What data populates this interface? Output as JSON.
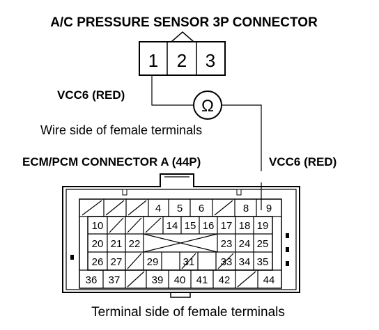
{
  "title": "A/C PRESSURE SENSOR 3P CONNECTOR",
  "sensor_pins": [
    "1",
    "2",
    "3"
  ],
  "wire_label_left": "VCC6 (RED)",
  "wire_label_right": "VCC6 (RED)",
  "ohm_symbol": "Ω",
  "wire_side_label": "Wire side of female terminals",
  "ecm_label": "ECM/PCM CONNECTOR A (44P)",
  "terminal_side_label": "Terminal side of female terminals",
  "ecm_pins": {
    "row1": [
      "4",
      "5",
      "6",
      "8",
      "9"
    ],
    "row2": [
      "10",
      "14",
      "15",
      "16",
      "17",
      "18",
      "19"
    ],
    "row3": [
      "20",
      "21",
      "22",
      "23",
      "24",
      "25"
    ],
    "row4": [
      "26",
      "27",
      "29",
      "31",
      "33",
      "34",
      "35"
    ],
    "row5": [
      "36",
      "37",
      "39",
      "40",
      "41",
      "42",
      "44"
    ]
  }
}
